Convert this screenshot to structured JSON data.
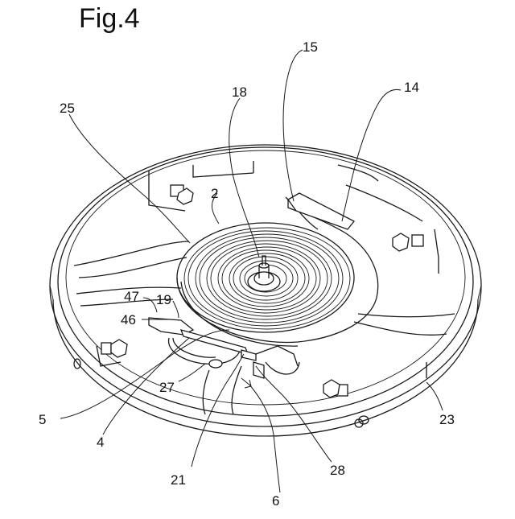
{
  "figure": {
    "title": "Fig.4",
    "labels": {
      "l15": "15",
      "l18": "18",
      "l14": "14",
      "l25": "25",
      "l2": "2",
      "l47": "47",
      "l19": "19",
      "l46": "46",
      "l27": "27",
      "l5": "5",
      "l4": "4",
      "l21": "21",
      "l28": "28",
      "l6": "6",
      "l23": "23"
    }
  }
}
